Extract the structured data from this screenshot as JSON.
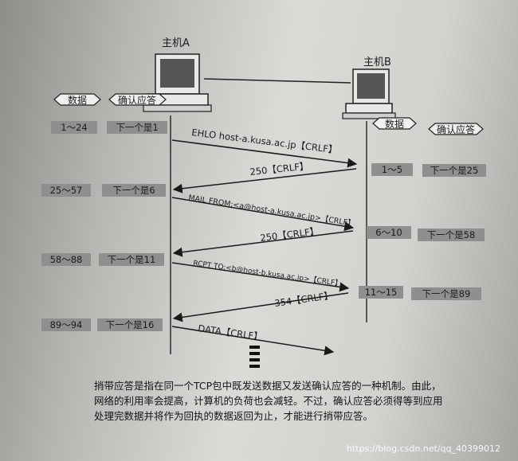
{
  "hosts": {
    "a": "主机A",
    "b": "主机B"
  },
  "headers": {
    "data": "数据",
    "ack": "确认应答"
  },
  "host_a_rows": [
    {
      "data": "1～24",
      "ack": "下一个是1"
    },
    {
      "data": "25～57",
      "ack": "下一个是6"
    },
    {
      "data": "58～88",
      "ack": "下一个是11"
    },
    {
      "data": "89～94",
      "ack": "下一个是16"
    }
  ],
  "host_b_rows": [
    {
      "data": "1～5",
      "ack": "下一个是25"
    },
    {
      "data": "6～10",
      "ack": "下一个是58"
    },
    {
      "data": "11～15",
      "ack": "下一个是89"
    }
  ],
  "messages": [
    "EHLO host-a.kusa.ac.jp【CRLF】",
    "250【CRLF】",
    "MAIL FROM:<a@host-a.kusa.ac.jp>【CRLF】",
    "250【CRLF】",
    "RCPT TO:<b@host-b.kusa.ac.jp>【CRLF】",
    "354【CRLF】",
    "DATA【CRLF】"
  ],
  "caption": "捎带应答是指在同一个TCP包中既发送数据又发送确认应答的一种机制。由此，网络的利用率会提高，计算机的负荷也会减轻。不过，确认应答必须得等到应用处理完数据并将作为回执的数据返回为止，才能进行捎带应答。",
  "watermark": "https://blog.csdn.net/qq_40399012"
}
